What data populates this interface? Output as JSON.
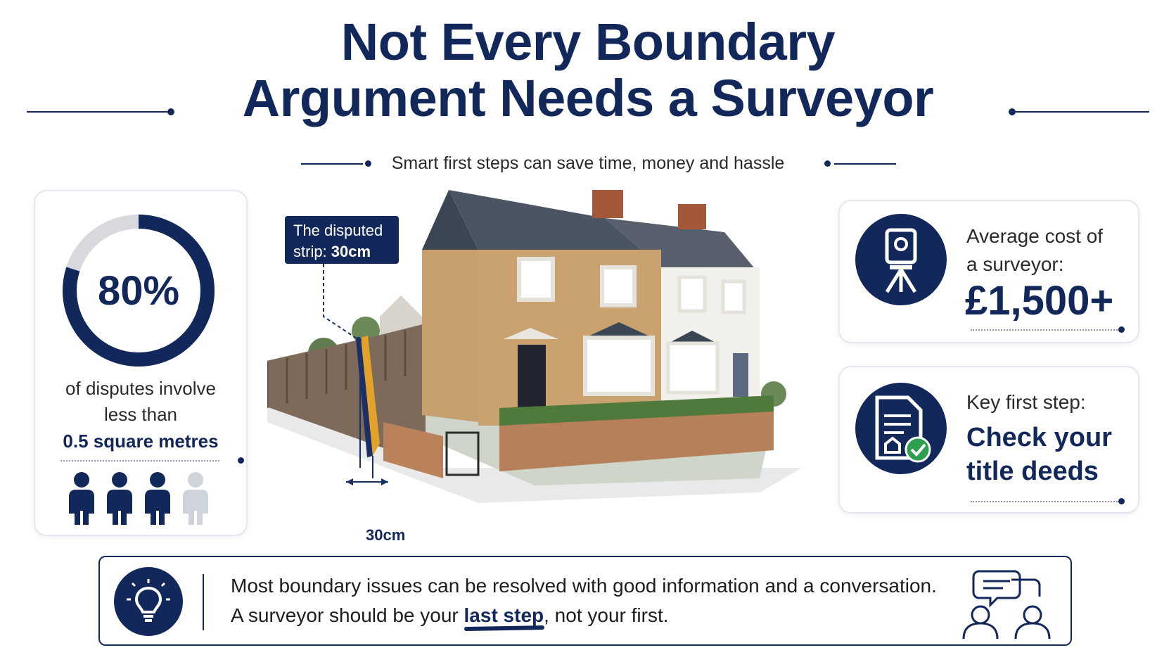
{
  "title": {
    "line1": "Not Every Boundary",
    "line2": "Argument Needs a Surveyor"
  },
  "subtitle": "Smart first steps can save time, money and hassle",
  "left_card": {
    "percent_label": "80%",
    "percent_value": 80,
    "caption_line1": "of disputes involve",
    "caption_line2": "less than",
    "highlight": "0.5 square metres",
    "people_total": 4,
    "people_filled": 3
  },
  "center": {
    "tag_line1": "The disputed",
    "tag_line2_prefix": "strip: ",
    "tag_line2_value": "30cm",
    "measurement": "30cm"
  },
  "right_card1": {
    "label_line1": "Average cost of",
    "label_line2": "a surveyor:",
    "value": "£1,500+"
  },
  "right_card2": {
    "label": "Key first step:",
    "value_line1": "Check your",
    "value_line2": "title deeds"
  },
  "bottom": {
    "line1": "Most boundary issues can be resolved with good information and a conversation.",
    "line2_prefix": "A surveyor should be your ",
    "line2_emphasis": "last step",
    "line2_suffix": ", not your first."
  },
  "colors": {
    "navy": "#13285a",
    "gold": "#e3a22a",
    "ring_track": "#d7d9de"
  }
}
